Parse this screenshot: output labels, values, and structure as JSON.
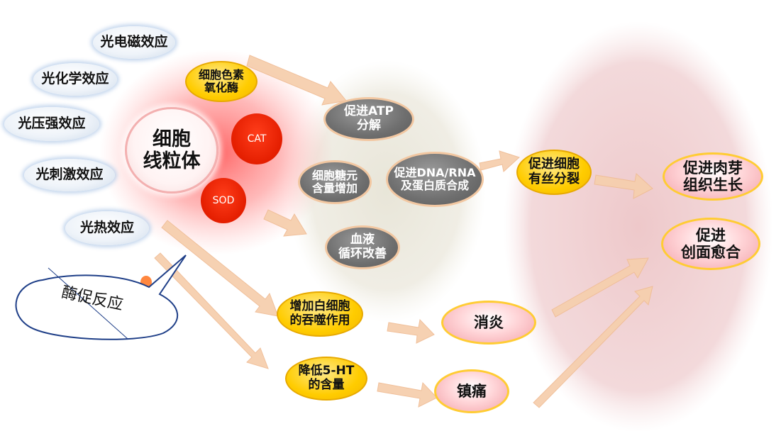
{
  "nodes": {
    "light_electromagnetic": "光电磁效应",
    "light_chemical": "光化学效应",
    "light_pressure": "光压强效应",
    "light_stimulation": "光刺激效应",
    "light_thermal": "光热效应",
    "enzyme_reaction": "酶促反应",
    "mitochondria": [
      "细胞",
      "线粒体"
    ],
    "cytochrome_oxidase": [
      "细胞色素",
      "氧化酶"
    ],
    "cat": "CAT",
    "sod": "SOD",
    "atp": [
      "促进ATP",
      "分解"
    ],
    "glycogen": [
      "细胞糖元",
      "含量增加"
    ],
    "dna_rna": [
      "促进DNA/RNA",
      "及蛋白质合成"
    ],
    "blood": [
      "血液",
      "循环改善"
    ],
    "mitosis": [
      "促进细胞",
      "有丝分裂"
    ],
    "granulation": [
      "促进肉芽",
      "组织生长"
    ],
    "wound_healing": [
      "促进",
      "创面愈合"
    ],
    "phagocytosis": [
      "增加白细胞",
      "的吞噬作用"
    ],
    "anti_inflammation": "消炎",
    "reduce_5ht": [
      "降低5-HT",
      "的含量"
    ],
    "analgesia": "镇痛"
  },
  "colors": {
    "arrow": "#f6cfae",
    "cloud": "#e9f0f8",
    "yellow": "#ffcc00",
    "gray": "#6f6f6f",
    "pink": "#ffd0d4",
    "red": "#e41e00",
    "mito_glow": "#ff6a6a",
    "beige_region": "#e9e6da",
    "pink_region": "#ecc7c9"
  }
}
